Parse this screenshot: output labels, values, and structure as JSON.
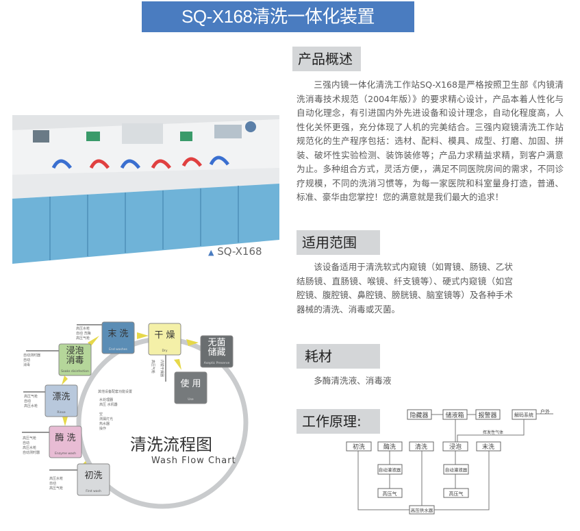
{
  "title": "SQ-X168清洗一体化装置",
  "overview": {
    "heading": "产品概述",
    "text": "三强内镜一体化清洗工作站SQ-X168是严格按照卫生部《内镜清洗消毒技术规范（2004年版）》的要求精心设计，产品本着人性化与自动化理念，有引进国内外先进设备和设计理念，自动化程度高，人性化关怀更强，充分体现了人机的完美结合。三强内窥镜清洗工作站规范化的生产程序包括：选材、配料、模具、成型、打磨、加固、拼装、破坏性实验检测、装饰装修等；产品力求精益求精，到客户满意为止。多种组合方式，灵活方便，，满足不同医院房间的需求，不同诊疗规模，不同的洗消习惯等，为每一家医院和科室量身打造，普通、标准、豪华由您掌控！您的满意就是我们最大的追求！"
  },
  "product_image": {
    "caption": "SQ-X168",
    "caption_icon": "triangle-up-icon",
    "cabinet_color": "#6fb3d8"
  },
  "scope": {
    "heading": "适用范围",
    "text": "该设备适用于清洗软式内窥镜（如胃镜、肠镜、乙状结肠镜、直肠镜、喉镜、纤支镜等）、硬式内窥镜（如宫腔镜、腹腔镜、鼻腔镜、膀胱镜、脑室镜等）及各种手术器械的清洗、消毒或灭菌。"
  },
  "consumables": {
    "heading": "耗材",
    "text": "多酶清洗液、消毒液"
  },
  "principle": {
    "heading": "工作原理:",
    "nodes": {
      "hidden": "隐藏器",
      "tank": "储液箱",
      "alarm": "报警器",
      "decode": "解码系统",
      "outdoor": "户外",
      "gas": "挥发性气体",
      "first": "初洗",
      "enzyme": "酶洗",
      "clean": "清洗",
      "soak": "浸泡",
      "final": "末洗",
      "filler1": "自动灌液器",
      "filler2": "自动灌液器",
      "air1": "高压气",
      "air2": "高压气",
      "pump": "高压供水器"
    }
  },
  "flow_chart": {
    "title": "清洗流程图",
    "subtitle": "Wash Flow Chart",
    "steps": [
      {
        "zh": "初洗",
        "en": "First wash",
        "color": "#d8dadc",
        "notes": [
          "高压水枪",
          "自动",
          "高压气枪"
        ]
      },
      {
        "zh": "酶 洗",
        "en": "Enzyme wash",
        "color": "#e8bcd4",
        "notes": [
          "高压气枪",
          "自动",
          "高压水枪",
          "自动测时器"
        ]
      },
      {
        "zh": "漂洗",
        "en": "Rinse",
        "color": "#b8c8dc",
        "notes": [
          "高压气枪",
          "自动",
          "高压水枪"
        ]
      },
      {
        "zh": "浸泡消毒",
        "en": "Soaks disinfection",
        "color": "#b5d69a",
        "notes": [
          "自动测时器",
          "自动",
          "消毒"
        ]
      },
      {
        "zh": "末 洗",
        "en": "End washes",
        "color": "#5b8db5",
        "notes": [
          "高压水枪",
          "自动 洗酶",
          "高压气枪"
        ]
      },
      {
        "zh": "干 燥",
        "en": "Dry",
        "color": "#f4f0a8",
        "notes": [
          "高压气枪",
          "内镜干燥器"
        ]
      },
      {
        "zh": "使 用",
        "en": "Use",
        "color": "#767a7c",
        "notes": []
      },
      {
        "zh": "无菌储藏",
        "en": "Aseptic Preserve",
        "color": "#6a6e70",
        "notes": []
      }
    ],
    "center_notes": [
      "其他设备配套功能设置",
      "水处理器",
      "高压 水机器",
      "空",
      "测漏灯光",
      "热水器",
      "操作"
    ]
  },
  "colors": {
    "title_bar": "#4a7cc0",
    "section_head": "#d4d6d8",
    "ring": "#c9cbcd",
    "arrow": "#e6d84a"
  }
}
